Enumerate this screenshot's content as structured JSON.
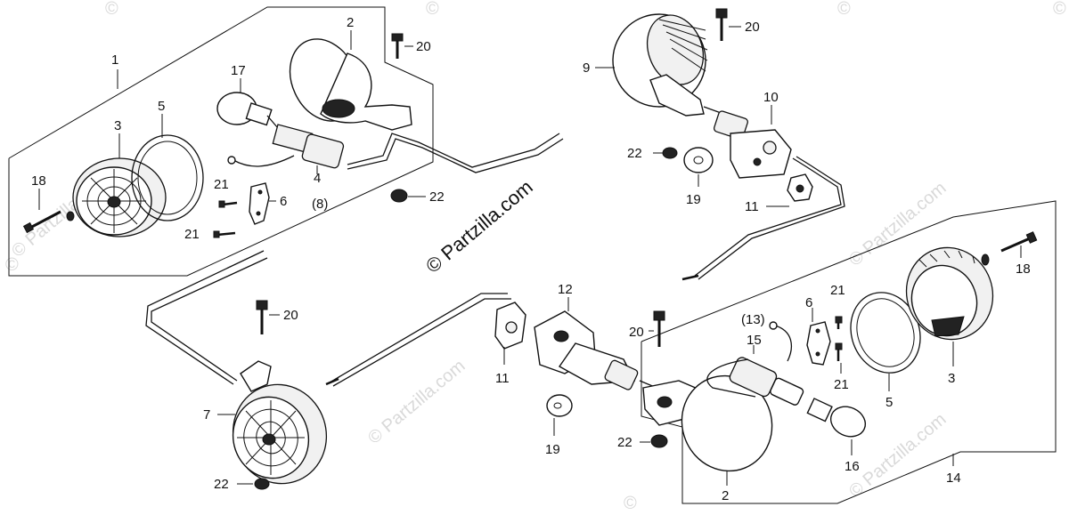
{
  "watermarks": {
    "center": "© Partzilla.com",
    "corner_marks": [
      "©",
      "©",
      "©",
      "©",
      "©",
      "©"
    ],
    "faint": [
      "© Partzilla.com",
      "© Partzilla.com",
      "© Partzilla.com",
      "© Partzilla.com"
    ]
  },
  "callouts": {
    "c1": "1",
    "c2a": "2",
    "c3a": "3",
    "c4": "4",
    "c5a": "5",
    "c6a": "6",
    "c8": "(8)",
    "c17": "17",
    "c18a": "18",
    "c20a": "20",
    "c21a": "21",
    "c21b": "21",
    "c22a": "22",
    "c9": "9",
    "c10": "10",
    "c11a": "11",
    "c19a": "19",
    "c20b": "20",
    "c22b": "22",
    "c7": "7",
    "c12": "12",
    "c11b": "11",
    "c19b": "19",
    "c20c": "20",
    "c22c": "22",
    "c22d": "22",
    "c20d": "20",
    "c13": "(13)",
    "c15": "15",
    "c6b": "6",
    "c21c": "21",
    "c21d": "21",
    "c5b": "5",
    "c3b": "3",
    "c18b": "18",
    "c16": "16",
    "c2b": "2",
    "c14": "14"
  }
}
